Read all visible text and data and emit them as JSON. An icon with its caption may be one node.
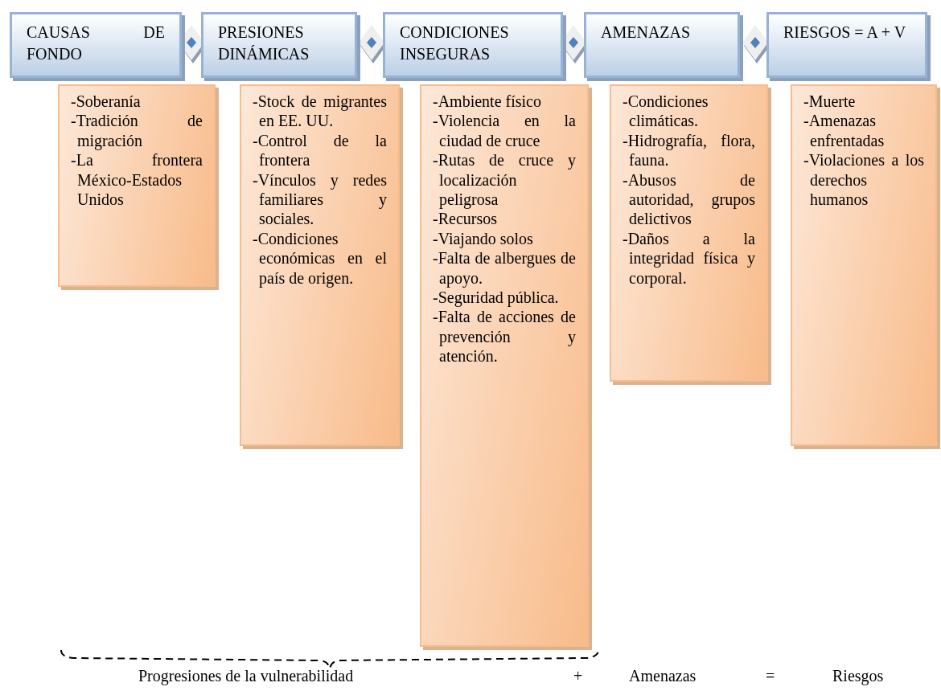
{
  "diagram": {
    "nodes": [
      {
        "text": [
          "CAUSAS DE FONDO"
        ]
      },
      {
        "text": [
          "PRESIONES DINÁMICAS"
        ]
      },
      {
        "text": [
          "CONDICIONES INSEGURAS"
        ]
      },
      {
        "text": [
          "AMENAZAS"
        ]
      },
      {
        "text": [
          "RIESGOS = A + V"
        ]
      },
      {
        "text": [
          "-Soberanía",
          "-Tradición de migración",
          "-La frontera México-Estados Unidos"
        ]
      },
      {
        "text": [
          "-Stock de migrantes en EE. UU.",
          "-Control de la frontera",
          "-Vínculos y redes familiares y sociales.",
          "-Condiciones económicas en el país de origen."
        ]
      },
      {
        "text": [
          "-Ambiente físico",
          "-Violencia en la ciudad de cruce",
          "-Rutas de cruce y localización peligrosa",
          "-Recursos",
          "-Viajando solos",
          "-Falta de albergues de apoyo.",
          "-Seguridad pública.",
          "-Falta de acciones de prevención y atención."
        ]
      },
      {
        "text": [
          "-Condiciones climáticas.",
          "-Hidrografía, flora, fauna.",
          "-Abusos de autoridad, grupos delictivos",
          "-Daños a la integridad física y corporal."
        ]
      },
      {
        "text": [
          "-Muerte",
          "-Amenazas enfrentadas",
          "-Violaciones a los derechos humanos"
        ]
      }
    ],
    "labels": [
      "Progresiones de la vulnerabilidad",
      "+",
      "Amenazas",
      "=",
      "Riesgos"
    ]
  }
}
